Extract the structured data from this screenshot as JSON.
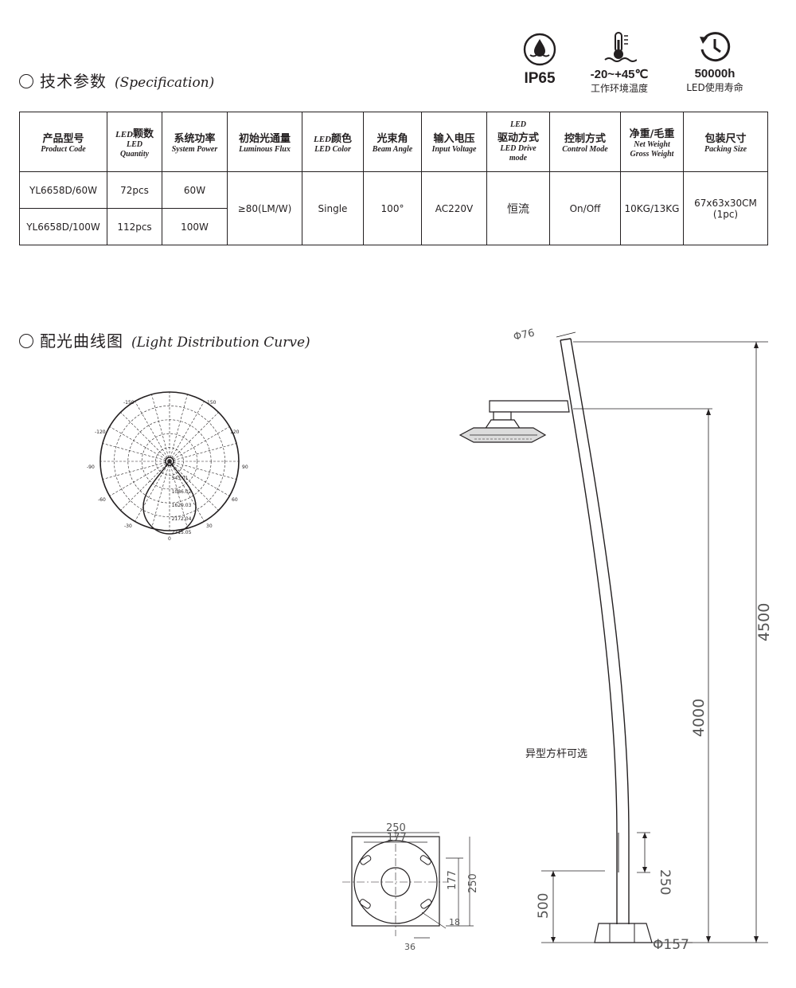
{
  "section1": {
    "cn": "技术参数",
    "en": "(Specification)"
  },
  "section2": {
    "cn": "配光曲线图",
    "en": "(Light Distribution  Curve)"
  },
  "icons": {
    "ip": {
      "icon": "waterproof-drop-icon",
      "label": "IP65"
    },
    "temp": {
      "icon": "thermometer-icon",
      "value": "-20~+45℃",
      "label": "工作环境温度"
    },
    "life": {
      "icon": "clock-icon",
      "value": "50000h",
      "label": "LED使用寿命"
    }
  },
  "table": {
    "headers": [
      {
        "cn": "产品型号",
        "en": "Product Code"
      },
      {
        "cn_led": "LED",
        "cn": "颗数",
        "en": "LED Quantity"
      },
      {
        "cn": "系统功率",
        "en": "System Power"
      },
      {
        "cn": "初始光通量",
        "en": "Luminous Flux"
      },
      {
        "cn_led": "LED",
        "cn": "颜色",
        "en": "LED Color"
      },
      {
        "cn": "光束角",
        "en": "Beam Angle"
      },
      {
        "cn": "输入电压",
        "en": "Input Voltage"
      },
      {
        "led": "LED",
        "cn": "驱动方式",
        "en": "LED Drive mode"
      },
      {
        "cn": "控制方式",
        "en": "Control Mode"
      },
      {
        "cn": "净重/毛重",
        "en": "Net Weight",
        "en2": "Gross Weight"
      },
      {
        "cn": "包装尺寸",
        "en": "Packing Size"
      }
    ],
    "rows": [
      {
        "code": "YL6658D/60W",
        "qty": "72pcs",
        "power": "60W"
      },
      {
        "code": "YL6658D/100W",
        "qty": "112pcs",
        "power": "100W"
      }
    ],
    "shared": {
      "flux": "≥80(LM/W)",
      "color": "Single",
      "beam": "100°",
      "voltage": "AC220V",
      "drive": "恒流",
      "control": "On/Off",
      "weight": "10KG/13KG",
      "packing": "67x63x30CM",
      "packing2": "(1pc)"
    }
  },
  "polar": {
    "angles": [
      "-150",
      "150",
      "-120",
      "120",
      "-90",
      "90",
      "-60",
      "60",
      "-30",
      "30",
      "0"
    ],
    "rings": [
      "543.01",
      "1086.02",
      "1629.03",
      "2172.04",
      "2715.05"
    ]
  },
  "drawing": {
    "dia_top": "Φ76",
    "h_total": "4500",
    "h_pole": "4000",
    "h_door": "250",
    "h_base": "500",
    "dia_base": "Φ157",
    "note": "异型方杆可选",
    "flange_w": "250",
    "flange_hole": "177",
    "flange_h": "250",
    "flange_h_hole": "177",
    "slot_w": "18",
    "slot_l": "36"
  }
}
